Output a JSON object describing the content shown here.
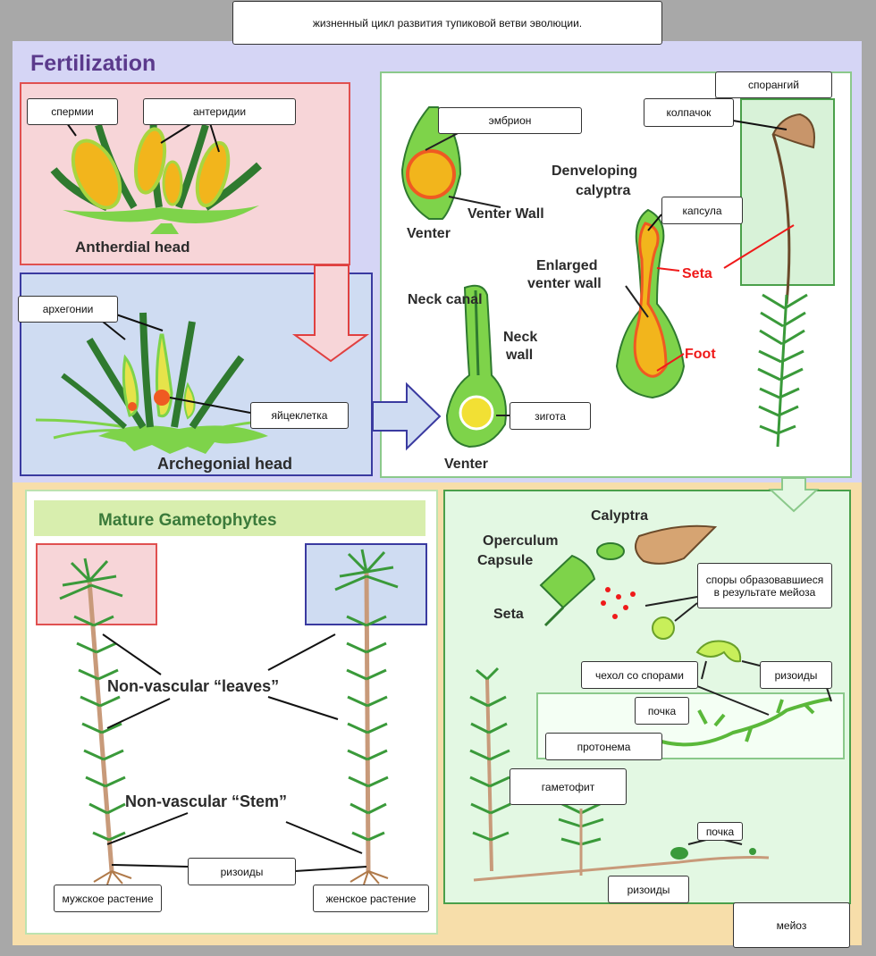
{
  "title_box": "жизненный цикл развития тупиковой ветви эволюции.",
  "section_titles": {
    "fertilization": "Fertilization",
    "mature_gametophytes": "Mature Gametophytes"
  },
  "diagram_labels": {
    "antherdial_head": "Antherdial head",
    "archegonial_head": "Archegonial head",
    "venter_wall": "Venter Wall",
    "venter_top": "Venter",
    "developing_calyptra_1": "Denveloping",
    "developing_calyptra_2": "calyptra",
    "enlarged_venter_1": "Enlarged",
    "enlarged_venter_2": "venter wall",
    "seta_red": "Seta",
    "foot": "Foot",
    "neck_canal": "Neck canal",
    "neck": "Neck",
    "wall": "wall",
    "venter_bottom": "Venter",
    "calyptra": "Calyptra",
    "operculum": "Operculum",
    "capsule": "Capsule",
    "seta": "Seta",
    "nonvascular_leaves": "Non-vascular “leaves”",
    "nonvascular_stem": "Non-vascular “Stem”"
  },
  "annotation_boxes": {
    "spermii": "спермии",
    "anteridii": "антеридии",
    "arhegonii": "архегонии",
    "yaicekletka": "яйцеклетка",
    "embrion": "эмбрион",
    "sporangii": "спорангий",
    "koltpachok": "колпачок",
    "kapsula": "капсула",
    "zigota": "зигота",
    "spory": "споры образовавшиеся в результате мейоза",
    "chehol": "чехол со спорами",
    "rizoidy_right": "ризоиды",
    "pochka_1": "почка",
    "protonema": "протонема",
    "gametofit": "гаметофит",
    "pochka_2": "почка",
    "rizoidy_bottom_right": "ризоиды",
    "rizoidy_bottom_left": "ризоиды",
    "muzhskoe": "мужское растение",
    "zhenskoe": "женское растение",
    "meioz": "мейоз"
  },
  "colors": {
    "fertilization_bg": "#d5d5f5",
    "lower_bg": "#f7deaa",
    "pink_box": "#f7d5d8",
    "blue_box": "#cfdcf2",
    "light_green_panel": "#e3f8e3",
    "panel_border": "#8bc98b",
    "title_purple": "#5b3a8c",
    "gametophyte_title": "#3a7a3a"
  }
}
